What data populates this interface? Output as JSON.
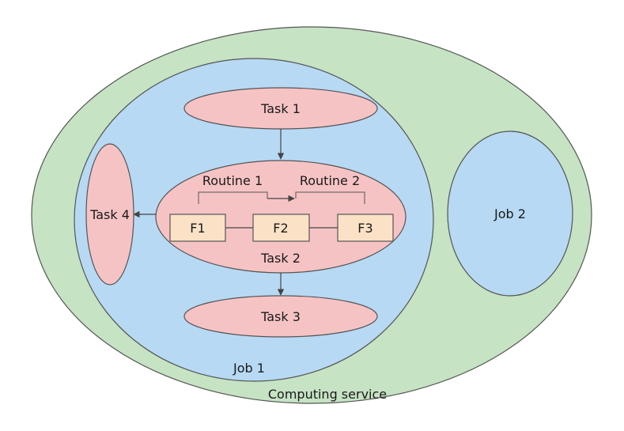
{
  "diagram": {
    "computing_service": "Computing service",
    "job1": "Job 1",
    "job2": "Job 2",
    "task1": "Task 1",
    "task2": "Task 2",
    "task3": "Task 3",
    "task4": "Task 4",
    "routine1": "Routine 1",
    "routine2": "Routine 2",
    "f1": "F1",
    "f2": "F2",
    "f3": "F3"
  },
  "colors": {
    "computing_service": "#c6e3c4",
    "job": "#b7d9f3",
    "task": "#f6c3c5",
    "function": "#fbe2c6",
    "stroke": "#555555"
  }
}
